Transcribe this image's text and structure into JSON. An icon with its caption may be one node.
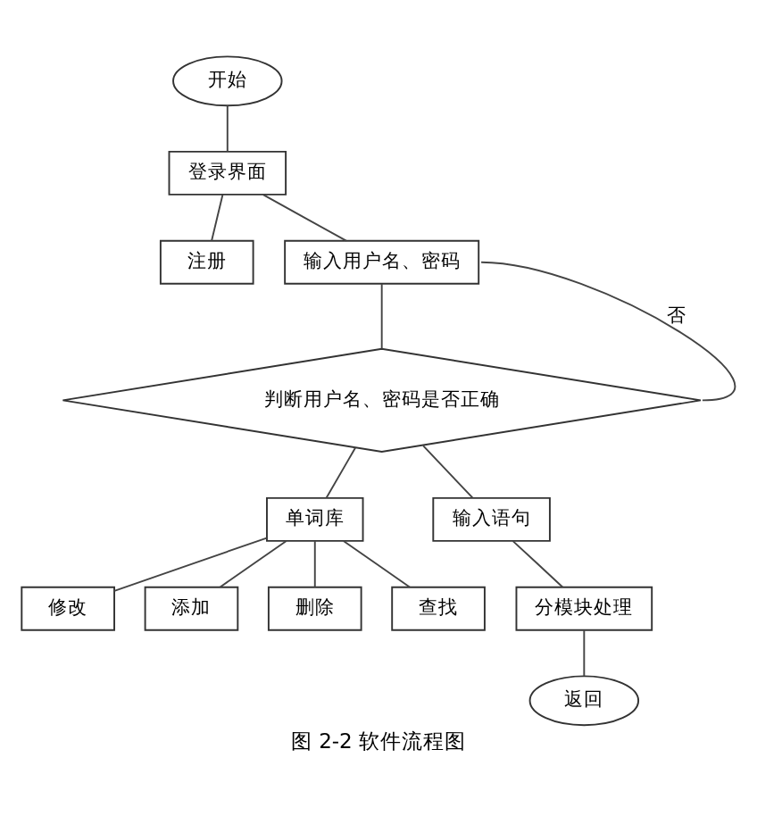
{
  "diagram": {
    "caption": "图 2-2 软件流程图",
    "nodes": [
      {
        "text": [
          "开始"
        ]
      },
      {
        "text": [
          "登录界面"
        ]
      },
      {
        "text": [
          "注册"
        ]
      },
      {
        "text": [
          "输入用户名、密码"
        ]
      },
      {
        "text": [
          "判断用户名、密码是否正确"
        ]
      },
      {
        "text": [
          "单词库"
        ]
      },
      {
        "text": [
          "输入语句"
        ]
      },
      {
        "text": [
          "修改"
        ]
      },
      {
        "text": [
          "添加"
        ]
      },
      {
        "text": [
          "删除"
        ]
      },
      {
        "text": [
          "查找"
        ]
      },
      {
        "text": [
          "分模块处理"
        ]
      },
      {
        "text": [
          "返回"
        ]
      }
    ],
    "edges": [
      {
        "from": 0,
        "to": 1,
        "arrow": "none"
      },
      {
        "from": 1,
        "to": 2,
        "arrow": "none"
      },
      {
        "from": 1,
        "to": 3,
        "arrow": "none"
      },
      {
        "from": 3,
        "to": 4,
        "arrow": "none"
      },
      {
        "from": 4,
        "to": 3,
        "arrow": "none",
        "label": "否"
      },
      {
        "from": 4,
        "to": 5,
        "arrow": "none"
      },
      {
        "from": 4,
        "to": 6,
        "arrow": "none"
      },
      {
        "from": 5,
        "to": 7,
        "arrow": "none"
      },
      {
        "from": 5,
        "to": 8,
        "arrow": "none"
      },
      {
        "from": 5,
        "to": 9,
        "arrow": "none"
      },
      {
        "from": 5,
        "to": 10,
        "arrow": "none"
      },
      {
        "from": 6,
        "to": 11,
        "arrow": "none"
      },
      {
        "from": 11,
        "to": 12,
        "arrow": "none"
      }
    ]
  }
}
